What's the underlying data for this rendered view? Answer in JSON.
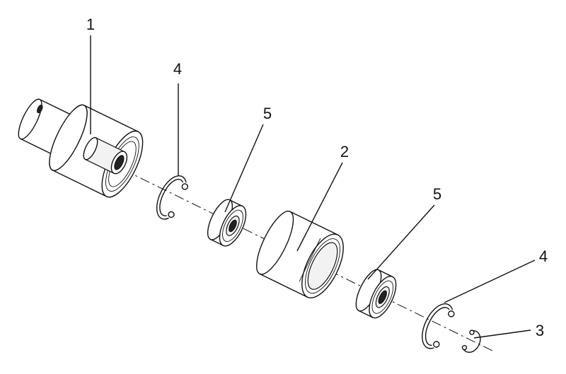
{
  "callouts": {
    "c1": "1",
    "c2": "2",
    "c3": "3",
    "c4a": "4",
    "c4b": "4",
    "c5a": "5",
    "c5b": "5"
  },
  "colors": {
    "line": "#111111",
    "background": "#ffffff",
    "shade": "#f2f2f2"
  }
}
